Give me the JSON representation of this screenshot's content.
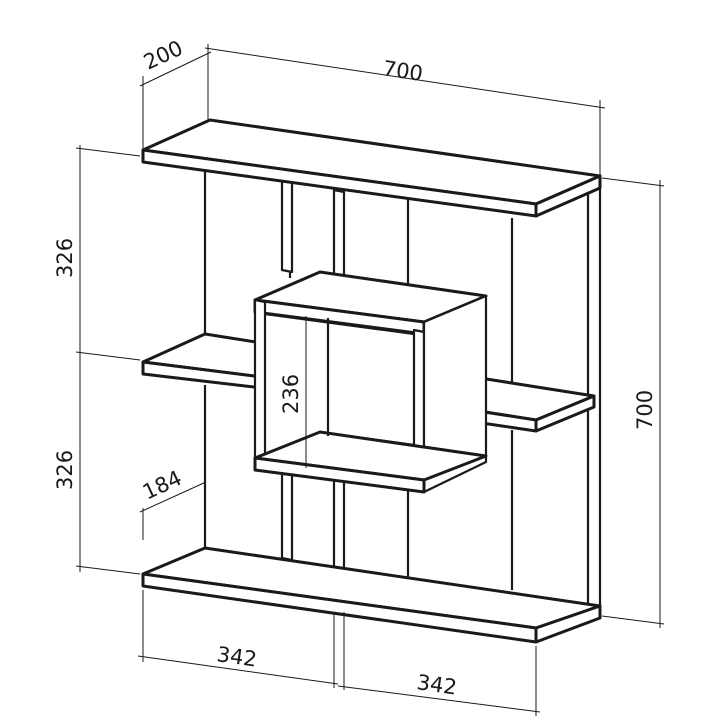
{
  "dimensions": {
    "depth": "200",
    "width": "700",
    "height_total": "700",
    "height_upper": "326",
    "height_lower": "326",
    "cube_height": "236",
    "cube_depth": "184",
    "bottom_left": "342",
    "bottom_right": "342"
  },
  "colors": {
    "line": "#1a1a1a",
    "background": "#ffffff"
  }
}
